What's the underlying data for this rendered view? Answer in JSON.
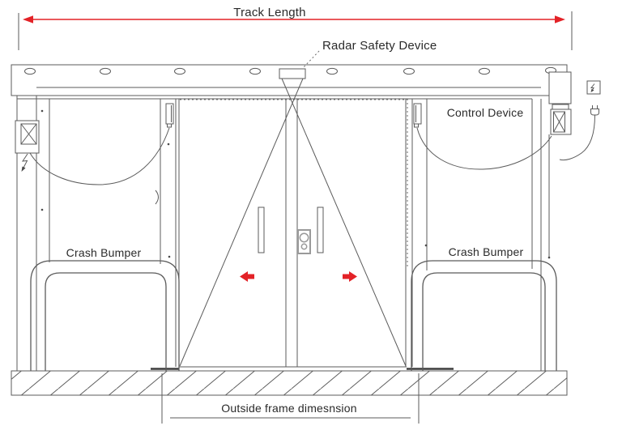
{
  "diagram": {
    "labels": {
      "track_length": "Track Length",
      "radar_safety_device": "Radar Safety Device",
      "control_device": "Control Device",
      "crash_bumper_left": "Crash Bumper",
      "crash_bumper_right": "Crash Bumper",
      "outside_frame_dimension": "Outside frame dimesnsion"
    },
    "colors": {
      "line": "#5b5b5b",
      "red": "#e32227",
      "text": "#2a2a2a",
      "lock_gray": "#9a9a9a"
    },
    "icons": [
      "track-length-arrow-icon",
      "radar-device-icon",
      "detection-cone",
      "oval-track-hole-icon",
      "motor-cross-box-icon",
      "hazard-lightning-icon",
      "lightning-box-icon",
      "power-plug-icon",
      "safety-sensor-icon",
      "door-handle-icon",
      "door-lock-icon",
      "open-direction-arrow-icon",
      "crash-bumper-outline",
      "ground-hatch"
    ]
  }
}
